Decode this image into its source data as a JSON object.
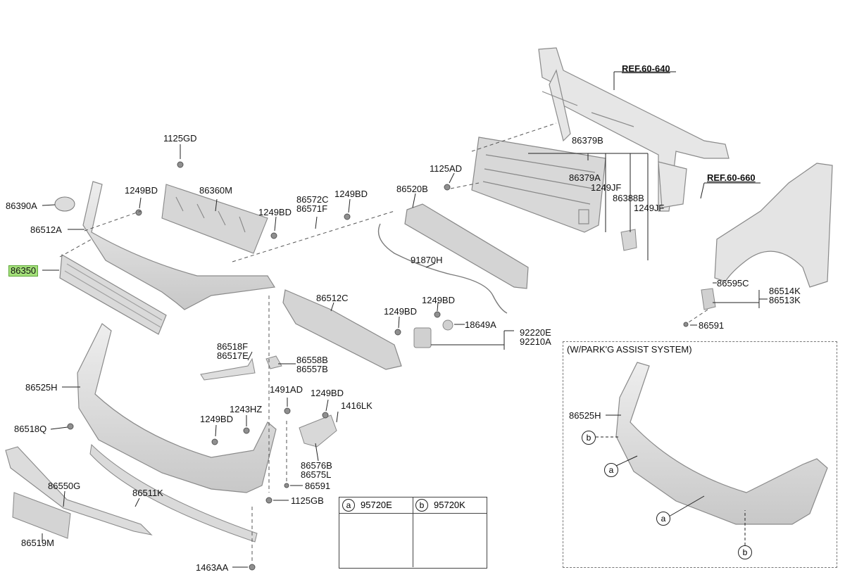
{
  "labels": {
    "ref_60_640": "REF.60-640",
    "ref_60_660": "REF.60-660",
    "p_1125GD": "1125GD",
    "p_86390A": "86390A",
    "p_1249BD_a": "1249BD",
    "p_86360M": "86360M",
    "p_86512A": "86512A",
    "p_1249BD_b": "1249BD",
    "p_86572C": "86572C",
    "p_86571F": "86571F",
    "p_1249BD_c": "1249BD",
    "p_86350": "86350",
    "p_1125AD": "1125AD",
    "p_86379B": "86379B",
    "p_86379A": "86379A",
    "p_1249JF_a": "1249JF",
    "p_86388B": "86388B",
    "p_1249JF_b": "1249JF",
    "p_86520B": "86520B",
    "p_91870H": "91870H",
    "p_86512C": "86512C",
    "p_1249BD_d": "1249BD",
    "p_1249BD_e": "1249BD",
    "p_18649A": "18649A",
    "p_92220E": "92220E",
    "p_92210A": "92210A",
    "p_86595C": "86595C",
    "p_86514K": "86514K",
    "p_86513K": "86513K",
    "p_86591_a": "86591",
    "p_86518F": "86518F",
    "p_86517E": "86517E",
    "p_86558B": "86558B",
    "p_86557B": "86557B",
    "p_86525H": "86525H",
    "p_1491AD": "1491AD",
    "p_1249BD_f": "1249BD",
    "p_1243HZ": "1243HZ",
    "p_1416LK": "1416LK",
    "p_86518Q": "86518Q",
    "p_1249BD_g": "1249BD",
    "p_86576B": "86576B",
    "p_86575L": "86575L",
    "p_86591_b": "86591",
    "p_1125GB": "1125GB",
    "p_86550G": "86550G",
    "p_86511K": "86511K",
    "p_86519M": "86519M",
    "p_1463AA": "1463AA",
    "park_title": "(W/PARK'G ASSIST SYSTEM)",
    "p_86525H_inset": "86525H"
  },
  "legend": {
    "a_mark": "a",
    "a_part": "95720E",
    "b_mark": "b",
    "b_part": "95720K"
  },
  "callouts": {
    "a": "a",
    "b": "b"
  },
  "colors": {
    "highlight": "#a4e07a",
    "part_fill": "#dcdcdc",
    "part_stroke": "#8a8a8a",
    "leader": "#222222"
  }
}
